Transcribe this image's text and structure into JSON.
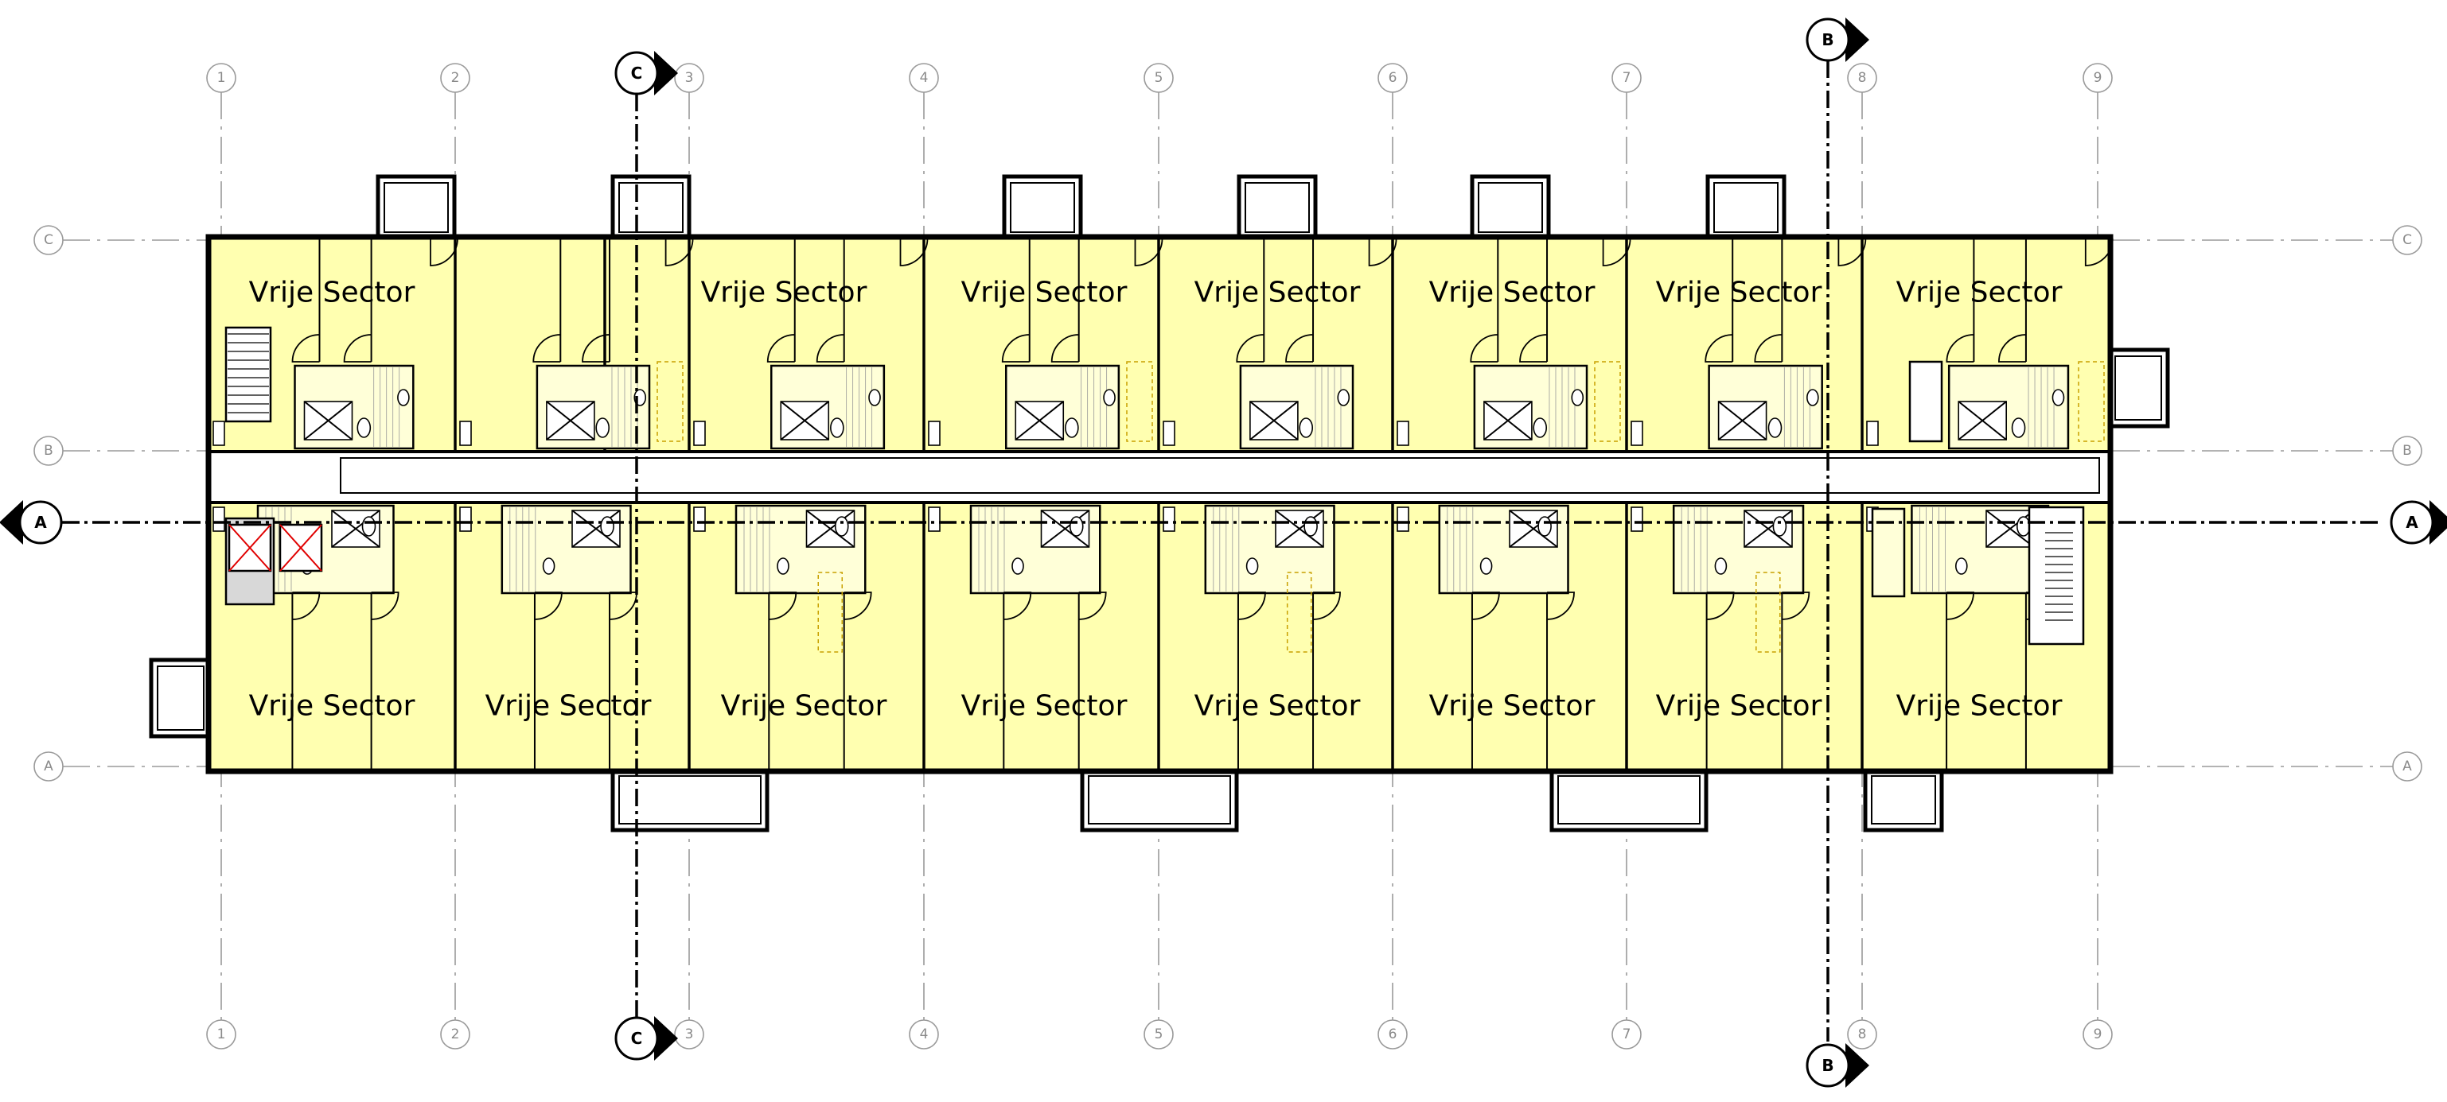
{
  "drawing": {
    "grid_columns": [
      "1",
      "2",
      "3",
      "4",
      "5",
      "6",
      "7",
      "8",
      "9"
    ],
    "grid_rows": [
      "C",
      "B",
      "A"
    ],
    "section_markers": [
      {
        "label": "A"
      },
      {
        "label": "B"
      },
      {
        "label": "C"
      }
    ],
    "room_label_words": [
      "Vrije",
      "Sector"
    ],
    "units_north": [
      {
        "label": "Vrije  Sector"
      },
      {
        "label": "Vrije  Sector"
      },
      {
        "label": "Vrije  Sector"
      },
      {
        "label": "Vrije  Sector"
      },
      {
        "label": "Vrije  Sector"
      },
      {
        "label": "Vrije  Sector"
      },
      {
        "label": "Vrije  Sector"
      }
    ],
    "units_south": [
      {
        "label": "Vrije  Sector"
      },
      {
        "label": "Vrije  Sector"
      },
      {
        "label": "Vrije  Sector"
      },
      {
        "label": "Vrije  Sector"
      },
      {
        "label": "Vrije  Sector"
      },
      {
        "label": "Vrije  Sector"
      },
      {
        "label": "Vrije  Sector"
      },
      {
        "label": "Vrije  Sector"
      }
    ],
    "colors": {
      "floor": "#ffffb0",
      "walls": "#000000",
      "grid": "#9a9a9a",
      "lift_cross": "#e00000"
    }
  }
}
